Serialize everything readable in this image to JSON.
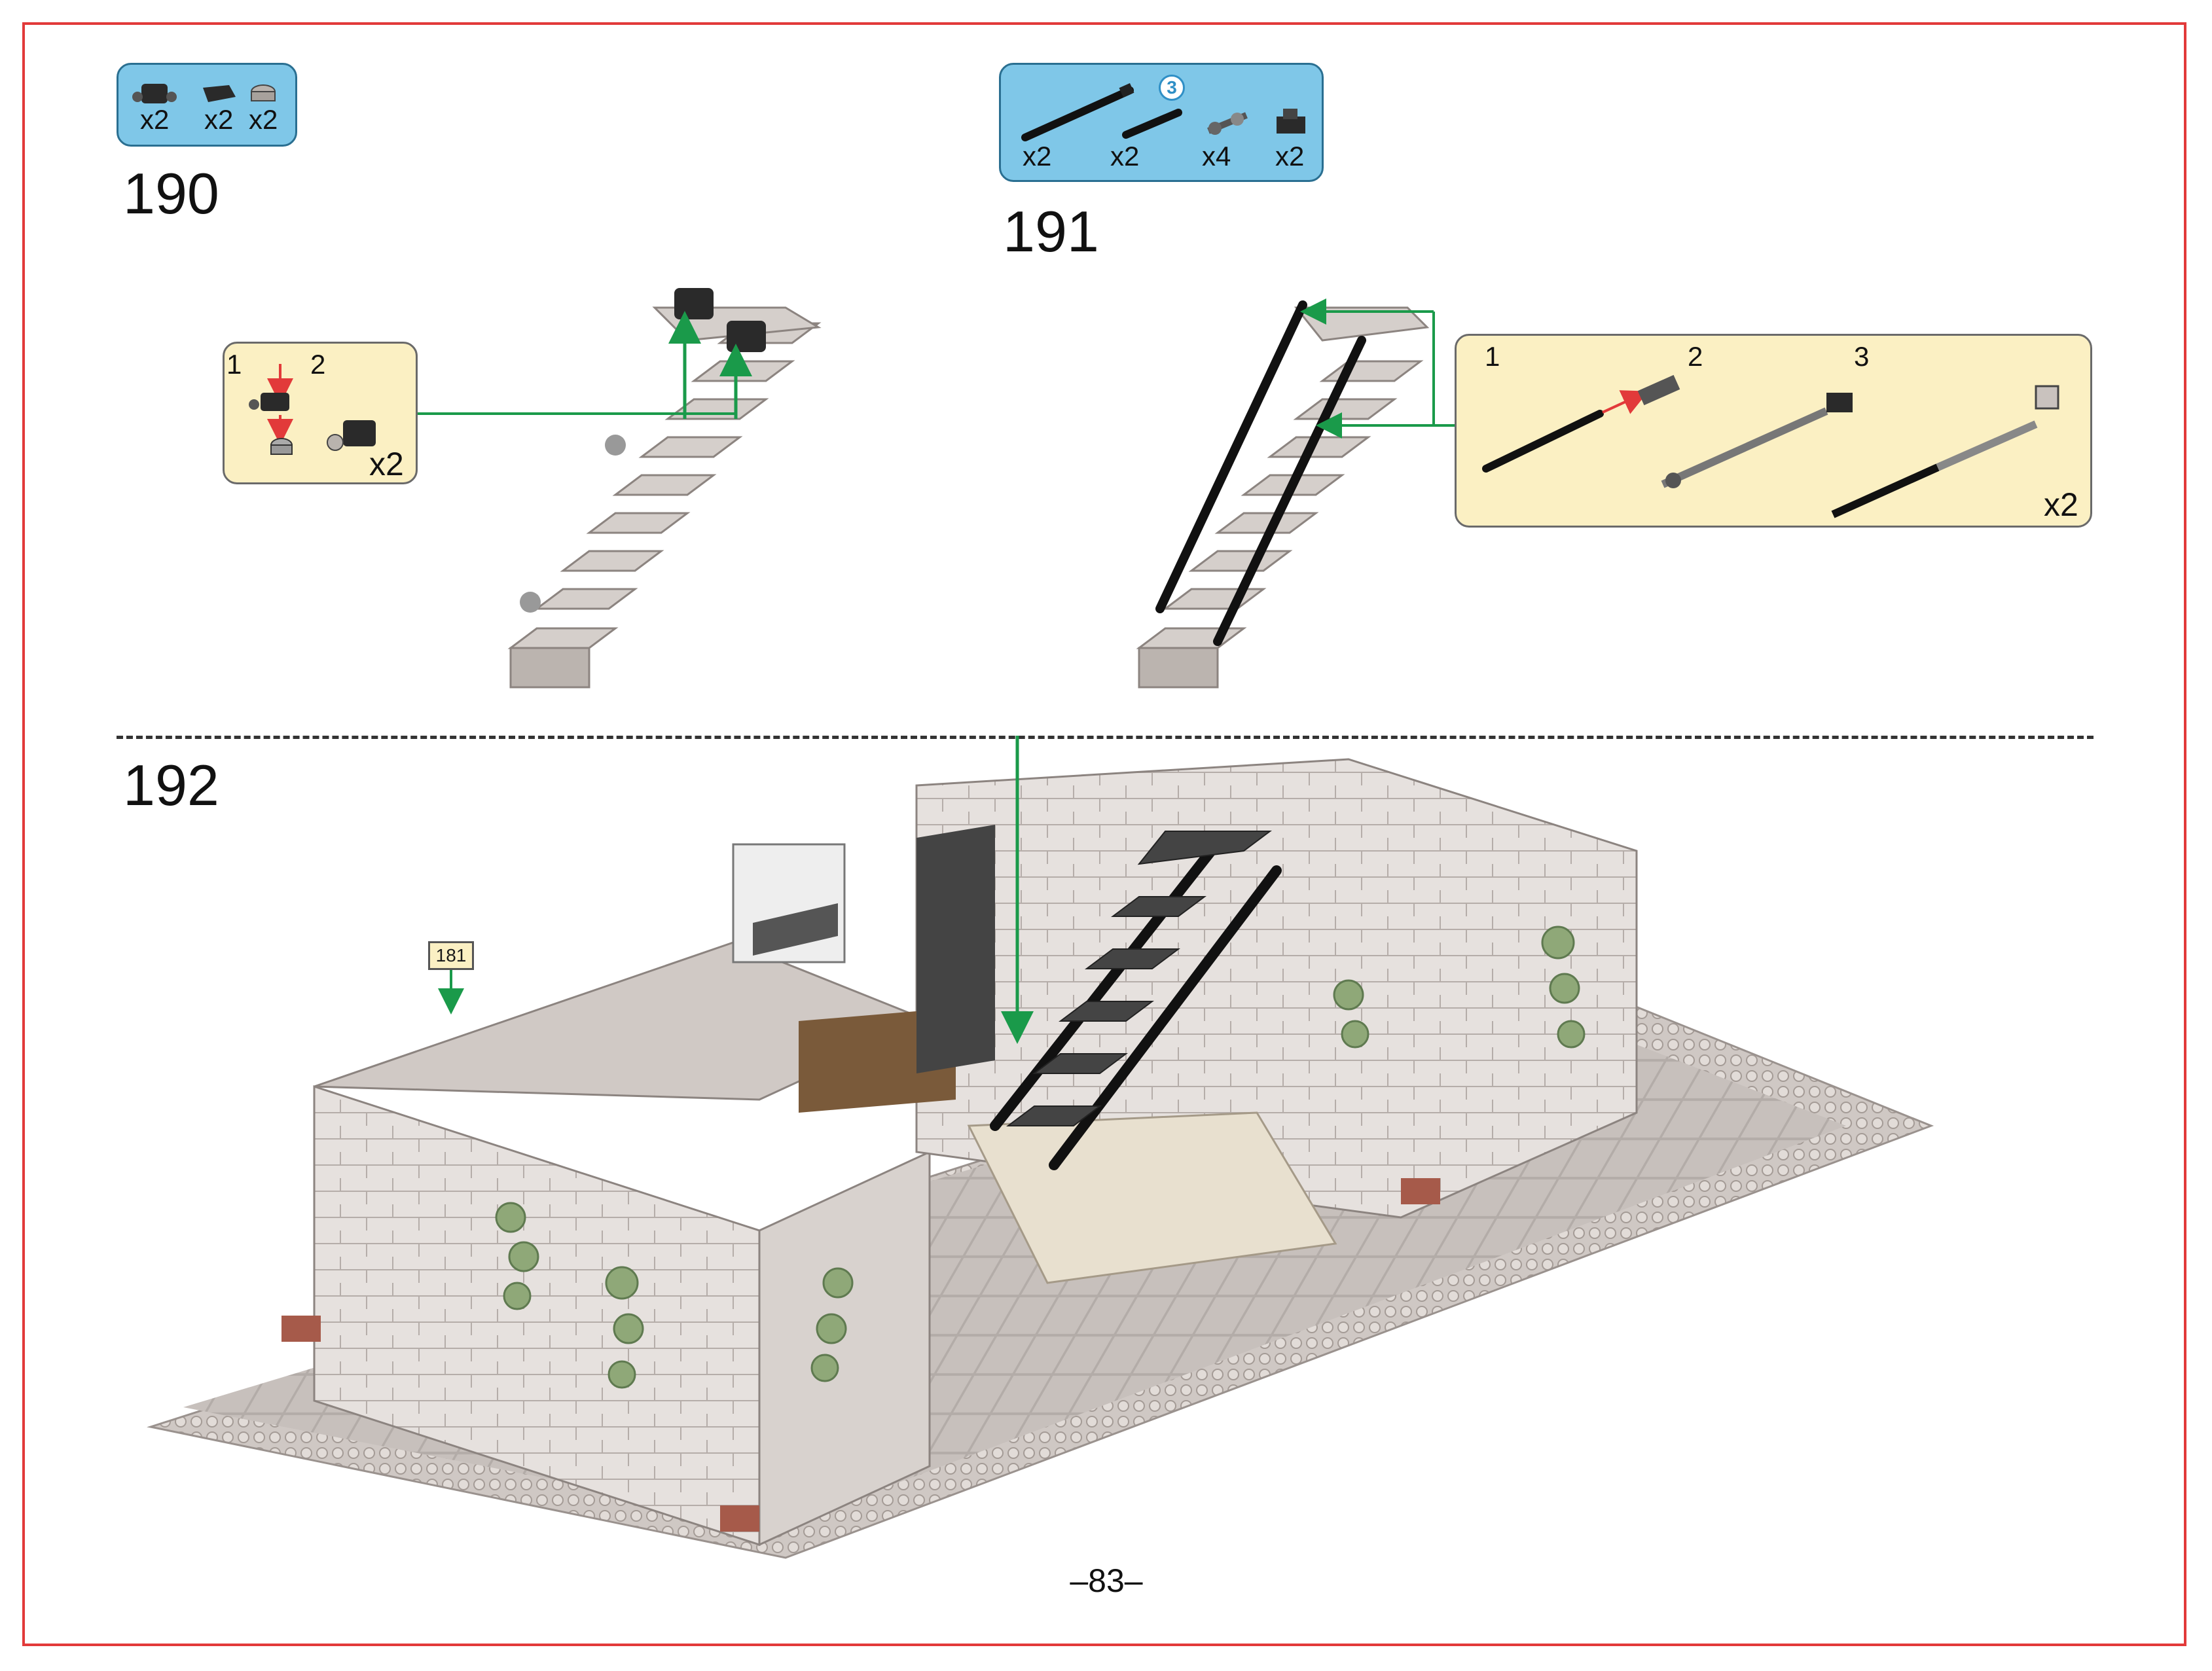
{
  "page": {
    "number": "–83–"
  },
  "steps": [
    {
      "number": "190",
      "parts_qty": [
        "x2",
        "x2",
        "x2"
      ],
      "callout": {
        "sub_steps": [
          "1",
          "2"
        ],
        "multiplier": "x2"
      }
    },
    {
      "number": "191",
      "parts_qty": [
        "x2",
        "x2",
        "x4",
        "x2"
      ],
      "badge": "3",
      "callout": {
        "sub_steps": [
          "1",
          "2",
          "3"
        ],
        "multiplier": "x2"
      }
    },
    {
      "number": "192",
      "ref_step": "181"
    }
  ],
  "colors": {
    "frame": "#e23a3a",
    "parts_box": "#7fc7e8",
    "callout": "#fbf0c3",
    "guide_arrow": "#1a9a4a",
    "connect_arrow": "#e23a3a"
  }
}
